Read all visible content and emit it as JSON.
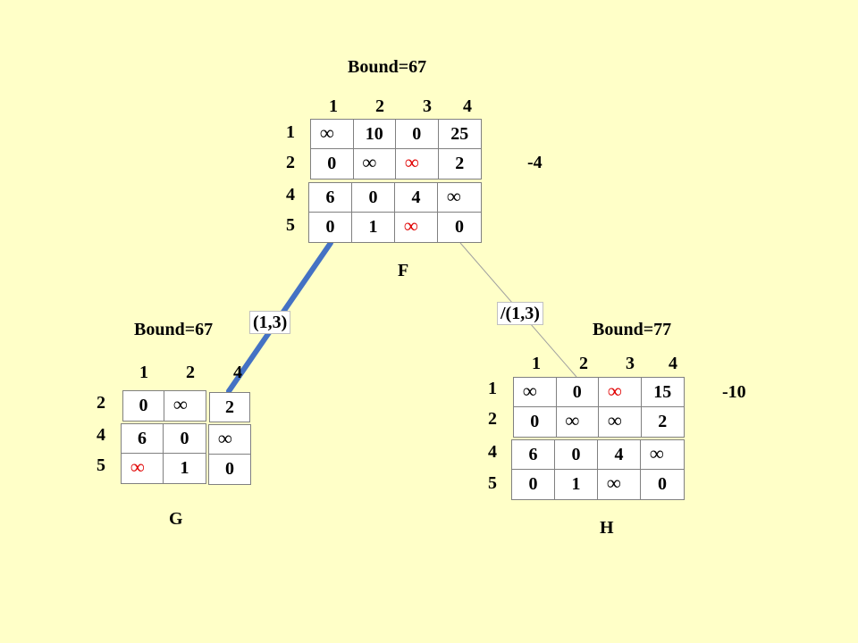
{
  "nodes": {
    "F": {
      "bound": "Bound=67",
      "name": "F",
      "side_value": "-4",
      "col_headers": [
        "1",
        "2",
        "3",
        "4"
      ],
      "row_headers": [
        "1",
        "2",
        "4",
        "5"
      ],
      "top_rows": [
        [
          "∞",
          "10",
          "0",
          "25"
        ],
        [
          "0",
          "∞",
          "∞",
          "2"
        ]
      ],
      "bottom_rows": [
        [
          "6",
          "0",
          "4",
          "∞"
        ],
        [
          "0",
          "1",
          "∞",
          "0"
        ]
      ]
    },
    "G": {
      "bound": "Bound=67",
      "name": "G",
      "col_headers": [
        "1",
        "2",
        "4"
      ],
      "row_headers": [
        "2",
        "4",
        "5"
      ],
      "main_rows": [
        [
          "0",
          "∞"
        ],
        [
          "6",
          "0"
        ],
        [
          "∞",
          "1"
        ]
      ],
      "side_col": [
        "2",
        "∞",
        "0"
      ]
    },
    "H": {
      "bound": "Bound=77",
      "name": "H",
      "side_value": "-10",
      "col_headers": [
        "1",
        "2",
        "3",
        "4"
      ],
      "row_headers": [
        "1",
        "2",
        "4",
        "5"
      ],
      "top_rows": [
        [
          "∞",
          "0",
          "∞",
          "15"
        ],
        [
          "0",
          "∞",
          "∞",
          "2"
        ]
      ],
      "bottom_rows": [
        [
          "6",
          "0",
          "4",
          "∞"
        ],
        [
          "0",
          "1",
          "∞",
          "0"
        ]
      ]
    }
  },
  "edges": {
    "left_label": "(1,3)",
    "right_label": "/(1,3)"
  },
  "colors": {
    "background": "#FFFFC8",
    "highlight": "#E00000",
    "edge_bold": "#4472C4",
    "edge_thin": "#A0A0A0"
  }
}
